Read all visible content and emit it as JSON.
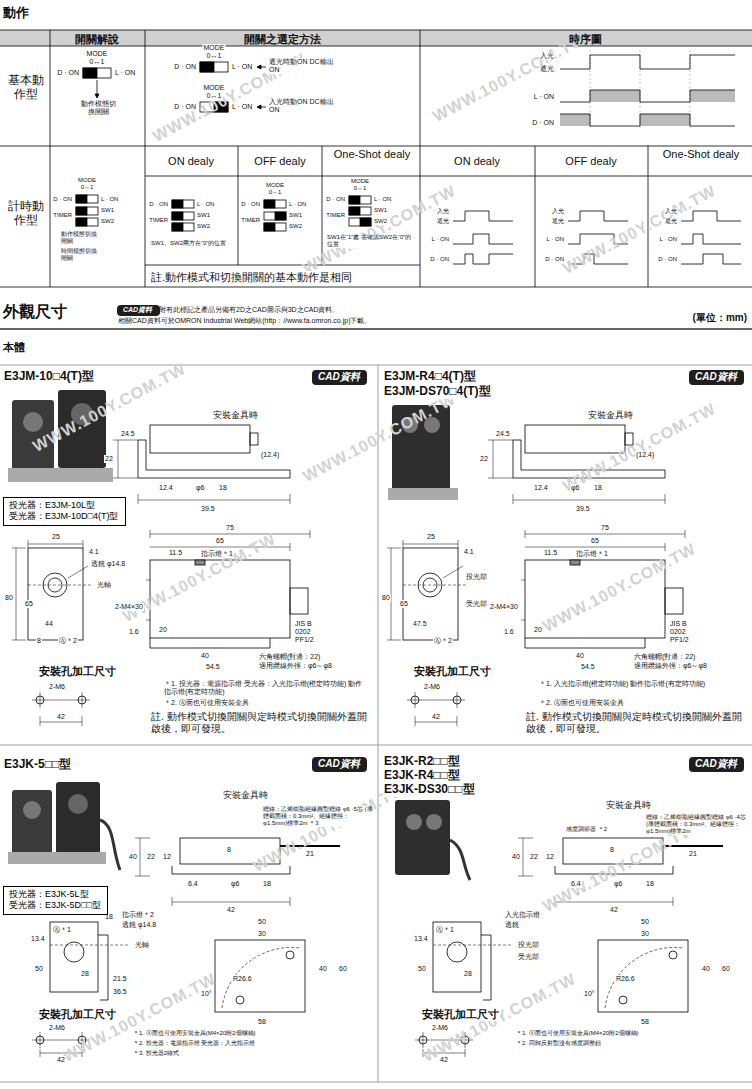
{
  "diagram": {
    "nodes": [
      {
        "text": [
          "CAD資料"
        ]
      },
      {
        "text": [
          "CAD資料"
        ]
      },
      {
        "text": [
          "投光器：E3JM-10L型",
          "受光器：E3JM-10D□4(T)型"
        ]
      },
      {
        "text": [
          "CAD資料"
        ]
      },
      {
        "text": [
          "CAD資料"
        ]
      },
      {
        "text": [
          "投光器：E3JK-5L型",
          "受光器：E3JK-5D□□型"
        ]
      },
      {
        "text": [
          "CAD資料"
        ]
      }
    ],
    "labels": [
      "動作",
      "開關解說",
      "開關之選定方法",
      "時序圖",
      "基本動作型",
      "MODE",
      "0↔1",
      "D · ON",
      "L · ON",
      "動作模態切換開關",
      "MODE",
      "0↔1",
      "D · ON",
      "L · ON",
      "遮光時動ON DC輸出ON",
      "MODE",
      "0↔1",
      "D · ON",
      "L · ON",
      "入光時動ON DC輸出ON",
      "入光",
      "遮光",
      "L · ON",
      "D · ON",
      "計時動作型",
      "ON dealy",
      "OFF dealy",
      "One-Shot dealy",
      "ON dealy",
      "OFF dealy",
      "One-Shot dealy",
      "MODE",
      "0↔1",
      "D · ON",
      "L · ON",
      "TIMER",
      "SW1",
      "SW2",
      "動作模態切換開關",
      "時間模態切換開關",
      "D · ON",
      "L · ON",
      "TIMER",
      "SW1",
      "SW2",
      "SW1、SW2兩方在“0”的位置",
      "MODE",
      "0↔1",
      "D · ON",
      "L · ON",
      "TIMER",
      "SW1",
      "SW2",
      "MODE",
      "0↔1",
      "D · ON",
      "L · ON",
      "TIMER",
      "SW1",
      "SW2",
      "SW1在“1”處 需確認SW2在“0”的位置",
      "註.動作模式和切換開關的基本動作是相同",
      "入光",
      "遮光",
      "L · ON",
      "D · ON",
      "入光",
      "遮光",
      "L · ON",
      "D · ON",
      "入光",
      "遮光",
      "L · ON",
      "D · ON",
      "外觀尺寸",
      "附有此標記之產品另備有2D之CAD圖示與3D之CAD資料。",
      "相關CAD資料可於OMRON Industrial Web網站(http：//www.fa.omron.co.jp)下載。",
      "(單位：mm)",
      "本體",
      "E3JM-10□4(T)型",
      "安裝金具時",
      "24.5",
      "22",
      "(12.4)",
      "12.4",
      "φ6",
      "18",
      "39.5",
      "25",
      "4.1",
      "透鏡 φ14.8",
      "光軸",
      "80",
      "65",
      "44",
      "8",
      "Ⓐ＊2",
      "75",
      "65",
      "11.5",
      "指示燈＊1",
      "2-M4×30",
      "1.6",
      "20",
      "40",
      "54.5",
      "JIS B 0202 PF1/2",
      "六角螺帽(對邊：22)",
      "適用纜線外徑：φ6～φ8",
      "安裝孔加工尺寸",
      "2-M6",
      "42",
      "＊1. 投光器：電源指示燈 受光器：入光指示燈(橙定時功能) 動作指示燈(有定時功能)",
      "＊2. Ⓐ面也可使用安裝金具",
      "註. 動作模式切換開關與定時模式切換開關外蓋開啟後，即可發現。",
      "E3JM-R4□4(T)型",
      "E3JM-DS70□4(T)型",
      "安裝金具時",
      "24.5",
      "22",
      "(12.4)",
      "12.4",
      "φ6",
      "18",
      "39.5",
      "25",
      "4.1",
      "投光部",
      "受光部",
      "80",
      "65",
      "47.5",
      "Ⓐ＊2",
      "75",
      "65",
      "11.5",
      "指示燈＊1",
      "2-M4×30",
      "1.6",
      "20",
      "40",
      "54.5",
      "JIS B 0202 PF1/2",
      "六角螺帽(對邊：22)",
      "適用纜線外徑：φ6～φ8",
      "安裝孔加工尺寸",
      "2-M6",
      "42",
      "＊1. 入光指示燈(橙定時功能) 動作指示燈(有定時功能)",
      "＊2. Ⓐ面也可使用安裝金具",
      "註. 動作模式切換開關與定時模式切換開關外蓋開啟後，即可發現。",
      "E3JK-5□□型",
      "安裝金具時",
      "纜線：乙烯樹脂絕緣圓型纜線 φ6 ·5芯 (導體截面積：0.3mm²、絕緣體徑：φ1.5mm)標準2m ＊3",
      "40",
      "22",
      "12",
      "21",
      "8",
      "6.4",
      "φ6",
      "18",
      "42",
      "18",
      "指示燈＊2",
      "透鏡 φ14.8",
      "Ⓐ＊1",
      "13.4",
      "50",
      "28",
      "光軸",
      "21.5",
      "36.5",
      "50",
      "30",
      "40",
      "60",
      "R26.6",
      "10°",
      "58",
      "安裝孔加工尺寸",
      "2-M6",
      "42",
      "＊1. Ⓐ面也可使用安裝金具(M4×20附2個螺絲)",
      "＊2. 投光器：電源指示燈 受光器：入光指示燈",
      "＊3. 投光器2線式",
      "E3JK-R2□□型",
      "E3JK-R4□□型",
      "E3JK-DS30□□型",
      "安裝金具時",
      "纜線：乙烯樹脂絕緣圓型纜線 φ6 ·4芯 (導體截面積：0.3mm²、絕緣體徑：φ1.5mm)標準2m",
      "感度調節器 ＊2",
      "40",
      "22",
      "12",
      "21",
      "8",
      "6.4",
      "φ6",
      "18",
      "42",
      "入光指示燈",
      "Ⓐ＊1",
      "13.4",
      "透鏡",
      "50",
      "28",
      "投光部",
      "受光部",
      "50",
      "30",
      "40",
      "60",
      "R26.6",
      "10°",
      "58",
      "安裝孔加工尺寸",
      "2-M6",
      "42",
      "＊1. Ⓐ面也可使用安裝金具(M4×20附2個螺絲)",
      "＊2. 回歸反射型沒有感度調整鈕",
      "WWW.100Y.COM.TW",
      "WWW.100Y.COM.TW",
      "WWW.100Y.COM.TW",
      "WWW.100Y.COM.TW",
      "WWW.100Y.COM.TW",
      "WWW.100Y.COM.TW",
      "WWW.100Y.COM.TW",
      "WWW.100Y.COM.TW",
      "WWW.100Y.COM.TW",
      "WWW.100Y.COM.TW",
      "WWW.100Y.COM.TW",
      "WWW.100Y.COM.TW",
      "WWW.100Y.COM.TW"
    ]
  }
}
